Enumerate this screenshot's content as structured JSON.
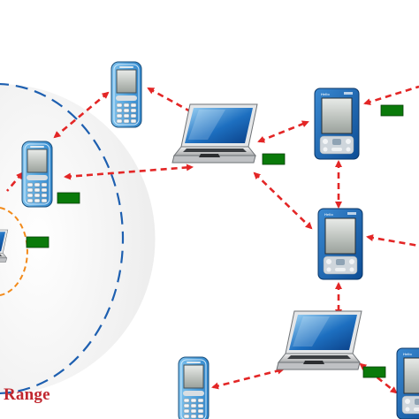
{
  "range_label": "Range",
  "colors": {
    "link": "#e32626",
    "range_boundary": "#1d5fb0",
    "inner_ring": "#f28a1a",
    "data_packet": "#0a7a0a",
    "range_label": "#c0262e"
  },
  "nodes": [
    {
      "id": "phone-top",
      "type": "mobile-phone"
    },
    {
      "id": "phone-left",
      "type": "mobile-phone"
    },
    {
      "id": "phone-bottom",
      "type": "mobile-phone"
    },
    {
      "id": "laptop-center",
      "type": "laptop"
    },
    {
      "id": "laptop-bottom",
      "type": "laptop"
    },
    {
      "id": "laptop-left-partial",
      "type": "laptop"
    },
    {
      "id": "pda-top",
      "type": "pda"
    },
    {
      "id": "pda-middle",
      "type": "pda"
    },
    {
      "id": "pda-bottom-right-partial",
      "type": "pda"
    }
  ],
  "links": [
    {
      "from": "phone-top",
      "to": "phone-left"
    },
    {
      "from": "phone-top",
      "to": "laptop-center"
    },
    {
      "from": "phone-left",
      "to": "laptop-center"
    },
    {
      "from": "laptop-center",
      "to": "pda-top"
    },
    {
      "from": "laptop-center",
      "to": "pda-middle"
    },
    {
      "from": "pda-top",
      "to": "pda-middle"
    },
    {
      "from": "pda-middle",
      "to": "laptop-bottom"
    },
    {
      "from": "laptop-bottom",
      "to": "phone-bottom"
    },
    {
      "from": "laptop-bottom",
      "to": "pda-bottom-right-partial"
    },
    {
      "from": "pda-top",
      "to": "offscreen-right"
    },
    {
      "from": "pda-middle",
      "to": "offscreen-right"
    },
    {
      "from": "phone-left",
      "to": "offscreen-left"
    }
  ],
  "packets": 5
}
